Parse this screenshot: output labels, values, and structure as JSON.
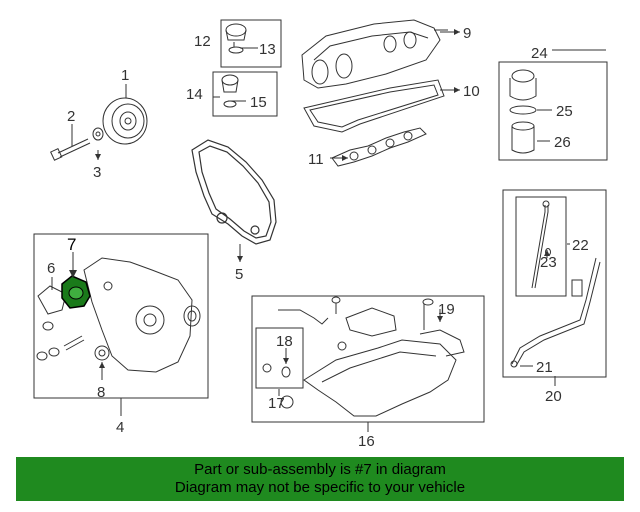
{
  "callouts": {
    "n1": "1",
    "n2": "2",
    "n3": "3",
    "n4": "4",
    "n5": "5",
    "n6": "6",
    "n7": "7",
    "n8": "8",
    "n9": "9",
    "n10": "10",
    "n11": "11",
    "n12": "12",
    "n13": "13",
    "n14": "14",
    "n15": "15",
    "n16": "16",
    "n17": "17",
    "n18": "18",
    "n19": "19",
    "n20": "20",
    "n21": "21",
    "n22": "22",
    "n23": "23",
    "n24": "24",
    "n25": "25",
    "n26": "26"
  },
  "highlight_part": "7",
  "colors": {
    "banner": "#1f8a1f",
    "highlight": "#1a7a1a",
    "line": "#333333"
  },
  "banner": {
    "line1": "Part or sub-assembly is #7 in diagram",
    "line2": "Diagram may not be specific to your vehicle"
  }
}
